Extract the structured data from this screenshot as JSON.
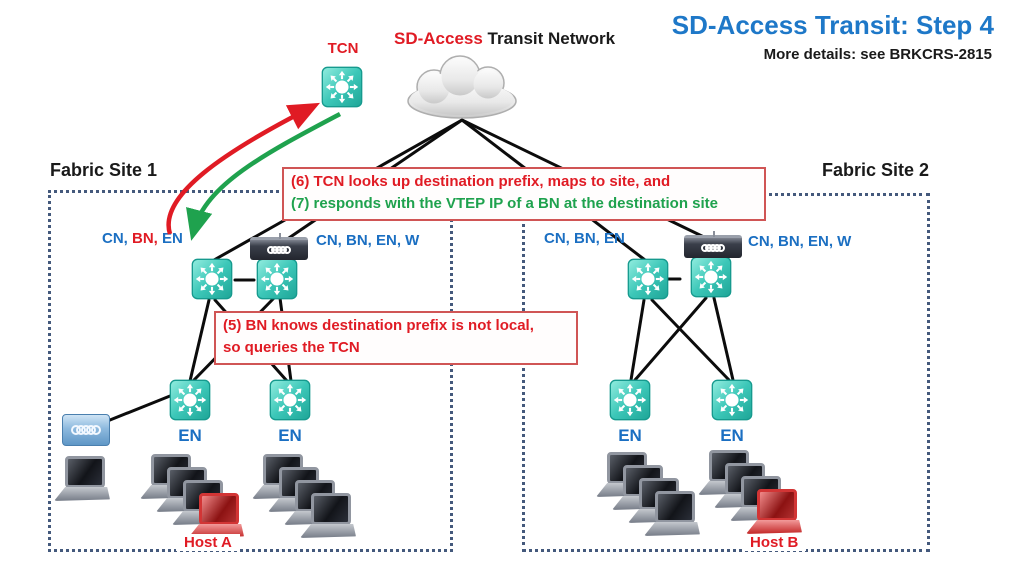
{
  "header": {
    "title": "SD-Access Transit: Step 4",
    "subtitle": "More details: see BRKCRS-2815"
  },
  "transit": {
    "brand": "SD-Access",
    "rest": " Transit Network",
    "tcn_label": "TCN"
  },
  "callout_67": {
    "line1": "(6) TCN looks up destination prefix, maps to site, and",
    "line2": "(7) responds with the VTEP IP of a BN at the destination site"
  },
  "callout_5": {
    "line1": "(5) BN knows destination prefix is not local,",
    "line2": "so queries the TCN"
  },
  "site1": {
    "title": "Fabric Site 1",
    "border_node_label": {
      "cn": "CN,",
      "bn": " BN,",
      "en": " EN"
    },
    "colocated_node_label": "CN,  BN, EN, W",
    "en1": "EN",
    "en2": "EN",
    "host": "Host A"
  },
  "site2": {
    "title": "Fabric Site 2",
    "border_node_label": "CN,  BN, EN",
    "colocated_node_label": "CN,  BN, EN, W",
    "en1": "EN",
    "en2": "EN",
    "host": "Host B"
  },
  "icons": {
    "transit_cloud": "cloud-icon",
    "fabric_node": "fabric-node-icon",
    "wireless_controller": "wlc-icon",
    "access_switch_blue": "switch-icon",
    "endpoint": "laptop-icon",
    "host_endpoint": "red-laptop-icon",
    "query_arrow": "red-up-arrow",
    "response_arrow": "green-down-arrow"
  },
  "colors": {
    "title_blue": "#1e78c8",
    "label_blue": "#1b6fc2",
    "alert_red": "#e01b24",
    "ok_green": "#1fa24e",
    "node_teal": "#2ab5a7",
    "site_border": "#44597c"
  }
}
